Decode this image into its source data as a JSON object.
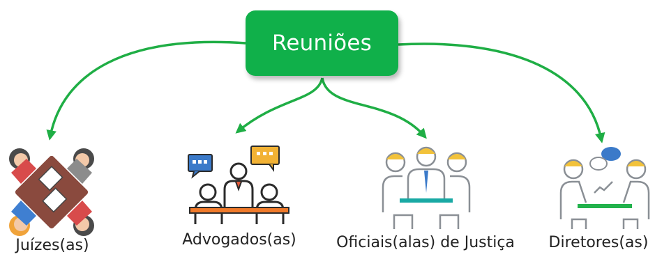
{
  "root": {
    "label": "Reuniões"
  },
  "nodes": [
    {
      "label": "Juízes(as)",
      "icon": "judges-round-table-icon"
    },
    {
      "label": "Advogados(as)",
      "icon": "lawyers-meeting-icon"
    },
    {
      "label": "Oficiais(alas) de Justiça",
      "icon": "court-officers-meeting-icon"
    },
    {
      "label": "Diretores(as)",
      "icon": "directors-discussion-icon"
    }
  ],
  "colors": {
    "accent": "#10b04a",
    "connector": "#1fae45",
    "text": "#222222"
  }
}
